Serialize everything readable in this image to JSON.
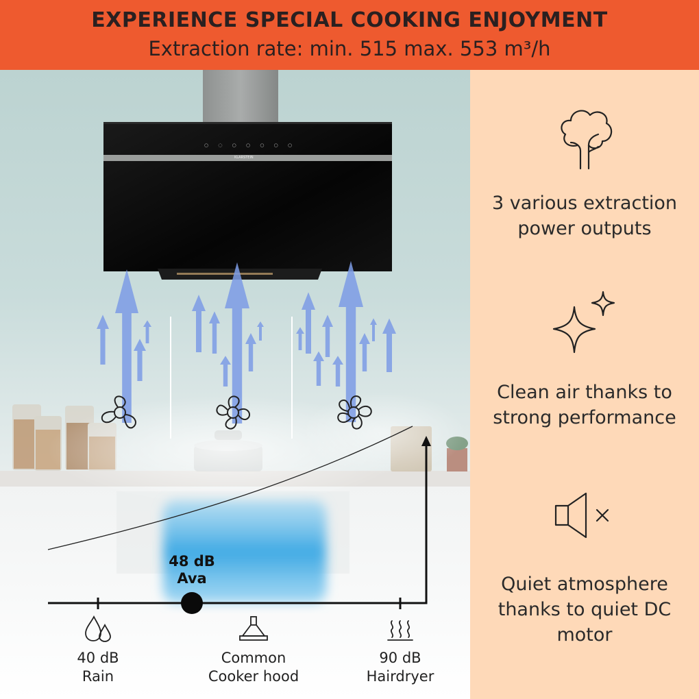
{
  "header": {
    "title": "EXPERIENCE SPECIAL COOKING ENJOYMENT",
    "subtitle": "Extraction rate: min. 515 max. 553 m³/h"
  },
  "product": {
    "brand": "KLARSTEIN"
  },
  "features": [
    {
      "icon": "tree-icon",
      "text": "3 various extraction power outputs"
    },
    {
      "icon": "sparkle-icon",
      "text": "Clean air thanks to strong performance"
    },
    {
      "icon": "speaker-mute-icon",
      "text": "Quiet atmosphere thanks to quiet DC motor"
    }
  ],
  "noise_scale": {
    "marker": {
      "value": "48 dB",
      "name": "Ava"
    },
    "points": [
      {
        "icon": "water-drops-icon",
        "value": "40 dB",
        "name": "Rain"
      },
      {
        "icon": "cooker-hood-icon",
        "value": "Common",
        "name": "Cooker hood"
      },
      {
        "icon": "heat-waves-icon",
        "value": "90 dB",
        "name": "Hairdryer"
      }
    ]
  },
  "colors": {
    "banner": "#ee5a2f",
    "sidebar": "#fed9b8",
    "arrow_blue": "#7d9ce6",
    "glow": "#4aa8e0"
  }
}
